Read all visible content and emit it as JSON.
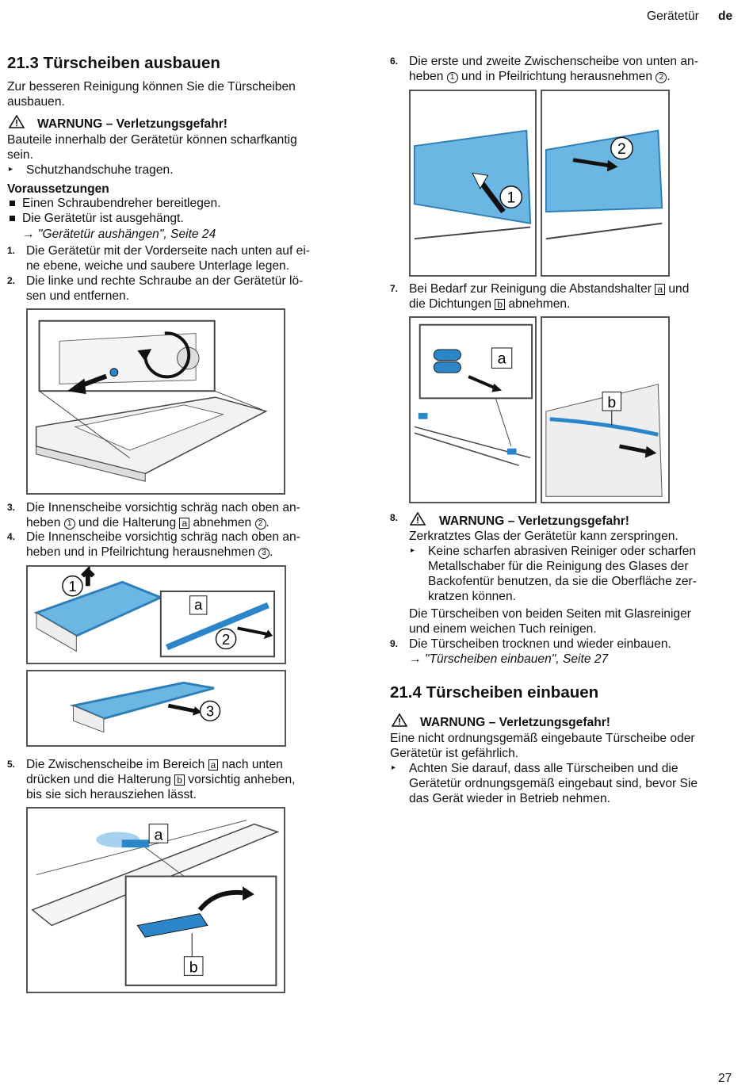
{
  "header": {
    "section": "Gerätetür",
    "lang": "de"
  },
  "footer": {
    "page": "27"
  },
  "left": {
    "h213": "21.3  Türscheiben ausbauen",
    "intro1": "Zur besseren Reinigung können Sie die Türscheiben",
    "intro2": "ausbauen.",
    "warn": "WARNUNG – Verletzungsgefahr!",
    "warn_txt1": "Bauteile innerhalb der Gerätetür können scharfkantig",
    "warn_txt2": "sein.",
    "warn_act": "Schutzhandschuhe tragen.",
    "vor": "Voraussetzungen",
    "vor1": "Einen Schraubendreher bereitlegen.",
    "vor2": "Die Gerätetür ist ausgehängt.",
    "vor2_ref": "→ \"Gerätetür aushängen\", Seite 24",
    "s1n": "1.",
    "s1a": "Die Gerätetür mit der Vorderseite nach unten auf ei-",
    "s1b": "ne ebene, weiche und saubere Unterlage legen.",
    "s2n": "2.",
    "s2a": "Die linke und rechte Schraube an der Gerätetür lö-",
    "s2b": "sen und entfernen.",
    "s3n": "3.",
    "s3a": "Die Innenscheibe vorsichtig schräg nach oben an-",
    "s3b_1": "heben ",
    "s3b_c1": "1",
    "s3b_2": " und die Halterung ",
    "s3b_box": "a",
    "s3b_3": " abnehmen ",
    "s3b_c2": "2",
    "s3b_4": ".",
    "s4n": "4.",
    "s4a": "Die Innenscheibe vorsichtig schräg nach oben an-",
    "s4b_1": "heben und in Pfeilrichtung herausnehmen ",
    "s4b_c": "3",
    "s4b_2": ".",
    "s5n": "5.",
    "s5a_1": "Die Zwischenscheibe im Bereich ",
    "s5a_box": "a",
    "s5a_2": " nach unten",
    "s5b_1": "drücken und die Halterung ",
    "s5b_box": "b",
    "s5b_2": " vorsichtig anheben,",
    "s5c": "bis sie sich herausziehen lässt."
  },
  "right": {
    "s6n": "6.",
    "s6a": "Die erste und zweite Zwischenscheibe von unten an-",
    "s6b_1": "heben ",
    "s6b_c1": "1",
    "s6b_2": " und in Pfeilrichtung herausnehmen ",
    "s6b_c2": "2",
    "s6b_3": ".",
    "s7n": "7.",
    "s7a_1": "Bei Bedarf zur Reinigung die Abstandshalter ",
    "s7a_box": "a",
    "s7a_2": " und",
    "s7b_1": "die Dichtungen ",
    "s7b_box": "b",
    "s7b_2": " abnehmen.",
    "s8n": "8.",
    "s8warn": "WARNUNG – Verletzungsgefahr!",
    "s8t": "Zerkratztes Glas der Gerätetür kann zerspringen.",
    "s8b1": "Keine scharfen abrasiven Reiniger oder scharfen",
    "s8b2": "Metallschaber für die Reinigung des Glases der",
    "s8b3": "Backofentür benutzen, da sie die Oberfläche zer-",
    "s8b4": "kratzen können.",
    "s8c1": "Die Türscheiben von beiden Seiten mit Glasreiniger",
    "s8c2": "und einem weichen Tuch reinigen.",
    "s9n": "9.",
    "s9": "Die Türscheiben trocknen und wieder einbauen.",
    "s9ref": "→ \"Türscheiben einbauen\", Seite 27",
    "h214": "21.4  Türscheiben einbauen",
    "warn2": "WARNUNG – Verletzungsgefahr!",
    "w2a": "Eine nicht ordnungsgemäß eingebaute Türscheibe oder",
    "w2b": "Gerätetür ist gefährlich.",
    "w2c": "Achten Sie darauf, dass alle Türscheiben und die",
    "w2d": "Gerätetür ordnungsgemäß eingebaut sind, bevor Sie",
    "w2e": "das Gerät wieder in Betrieb nehmen."
  },
  "figures": {
    "f1": "1",
    "f2": "2",
    "f3": "3",
    "fa": "a",
    "fb": "b"
  },
  "colors": {
    "glass": "#6cb6e4",
    "glassDark": "#2e7fb8",
    "blue": "#2a86c8"
  }
}
